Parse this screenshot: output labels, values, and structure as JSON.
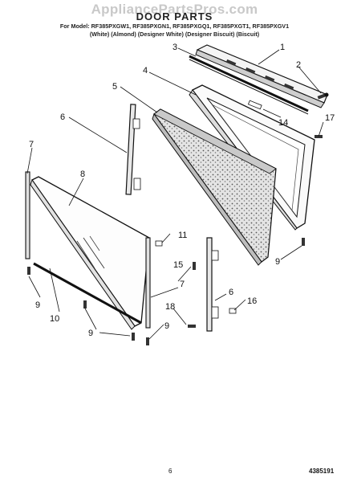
{
  "watermark": "AppliancePartsPros.com",
  "title": "DOOR PARTS",
  "models_line": "For Model: RF385PXGW1, RF385PXGN1, RF385PXGQ1, RF385PXGT1, RF385PXGV1",
  "colors_line": "(White)        (Almond)   (Designer White)   (Designer Biscuit)   (Biscuit)",
  "page_number": "6",
  "doc_number": "4385191",
  "callouts": [
    {
      "id": "c1",
      "text": "1"
    },
    {
      "id": "c2",
      "text": "2"
    },
    {
      "id": "c3",
      "text": "3"
    },
    {
      "id": "c4",
      "text": "4"
    },
    {
      "id": "c5",
      "text": "5"
    },
    {
      "id": "c6a",
      "text": "6"
    },
    {
      "id": "c6b",
      "text": "6"
    },
    {
      "id": "c7a",
      "text": "7"
    },
    {
      "id": "c7b",
      "text": "7"
    },
    {
      "id": "c8",
      "text": "8"
    },
    {
      "id": "c9a",
      "text": "9"
    },
    {
      "id": "c9b",
      "text": "9"
    },
    {
      "id": "c9c",
      "text": "9"
    },
    {
      "id": "c9d",
      "text": "9"
    },
    {
      "id": "c10",
      "text": "10"
    },
    {
      "id": "c11",
      "text": "11"
    },
    {
      "id": "c14",
      "text": "14"
    },
    {
      "id": "c15",
      "text": "15"
    },
    {
      "id": "c16",
      "text": "16"
    },
    {
      "id": "c17",
      "text": "17"
    },
    {
      "id": "c18",
      "text": "18"
    }
  ]
}
